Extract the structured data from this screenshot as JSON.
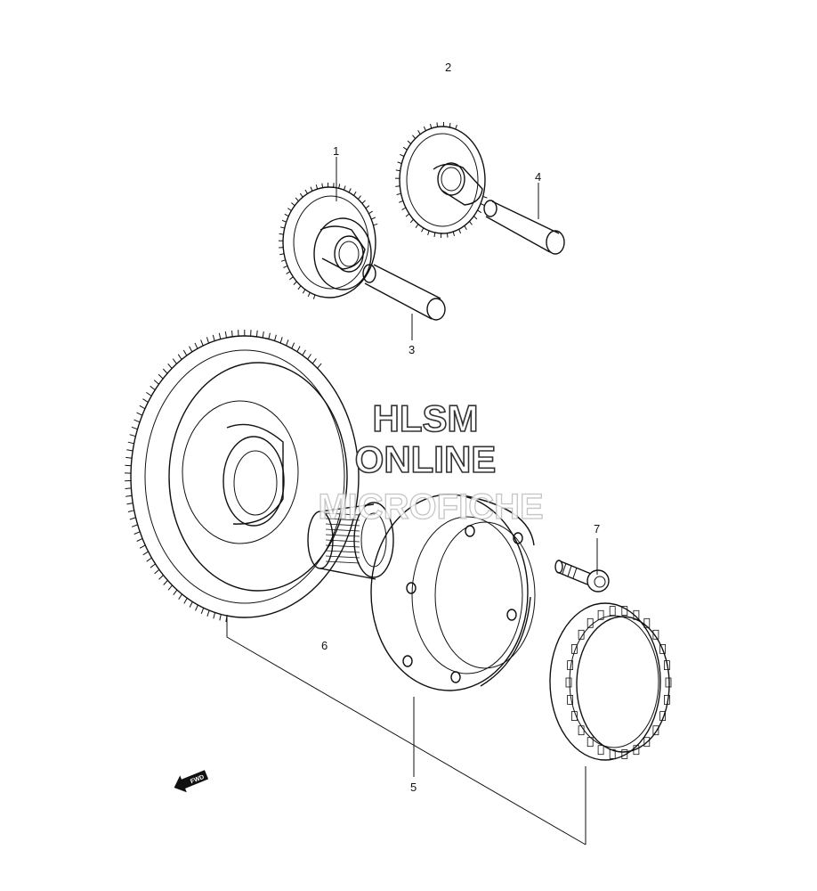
{
  "callouts": {
    "c1": "1",
    "c2": "2",
    "c3": "3",
    "c4": "4",
    "c5": "5",
    "c6": "6",
    "c7": "7"
  },
  "watermark": {
    "line1": "HLSM",
    "line2": "ONLINE",
    "line3": "MICROFICHE"
  },
  "direction": {
    "label": "FWD"
  }
}
